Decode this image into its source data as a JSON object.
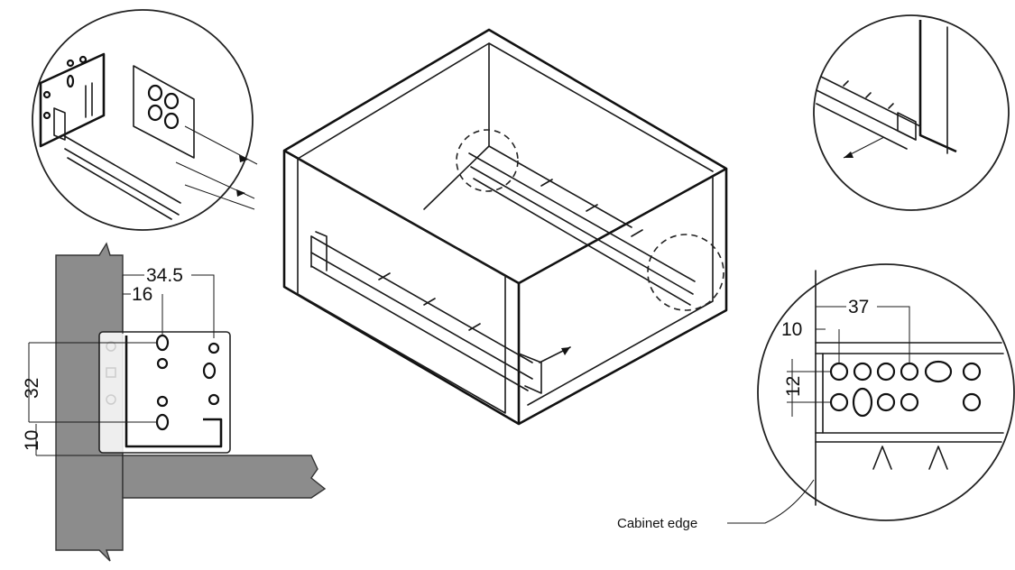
{
  "detail_section": {
    "dim_overall": "34.5",
    "dim_first": "16",
    "dim_vertical": "32",
    "dim_bottom": "10"
  },
  "detail_holes": {
    "dim_overall": "37",
    "dim_first": "10",
    "dim_vertical": "12"
  },
  "caption": {
    "cabinet_edge": "Cabinet edge"
  }
}
